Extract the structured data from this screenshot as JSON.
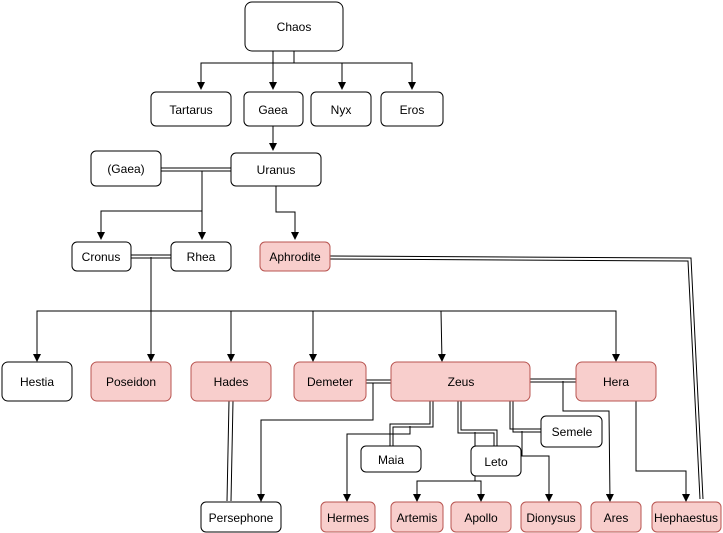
{
  "diagram": {
    "nodes": {
      "chaos": "Chaos",
      "tartarus": "Tartarus",
      "gaea": "Gaea",
      "nyx": "Nyx",
      "eros": "Eros",
      "gaea_paren": "(Gaea)",
      "uranus": "Uranus",
      "cronus": "Cronus",
      "rhea": "Rhea",
      "aphrodite": "Aphrodite",
      "hestia": "Hestia",
      "poseidon": "Poseidon",
      "hades": "Hades",
      "demeter": "Demeter",
      "zeus": "Zeus",
      "hera": "Hera",
      "semele": "Semele",
      "maia": "Maia",
      "leto": "Leto",
      "persephone": "Persephone",
      "hermes": "Hermes",
      "artemis": "Artemis",
      "apollo": "Apollo",
      "dionysus": "Dionysus",
      "ares": "Ares",
      "hephaestus": "Hephaestus"
    }
  }
}
